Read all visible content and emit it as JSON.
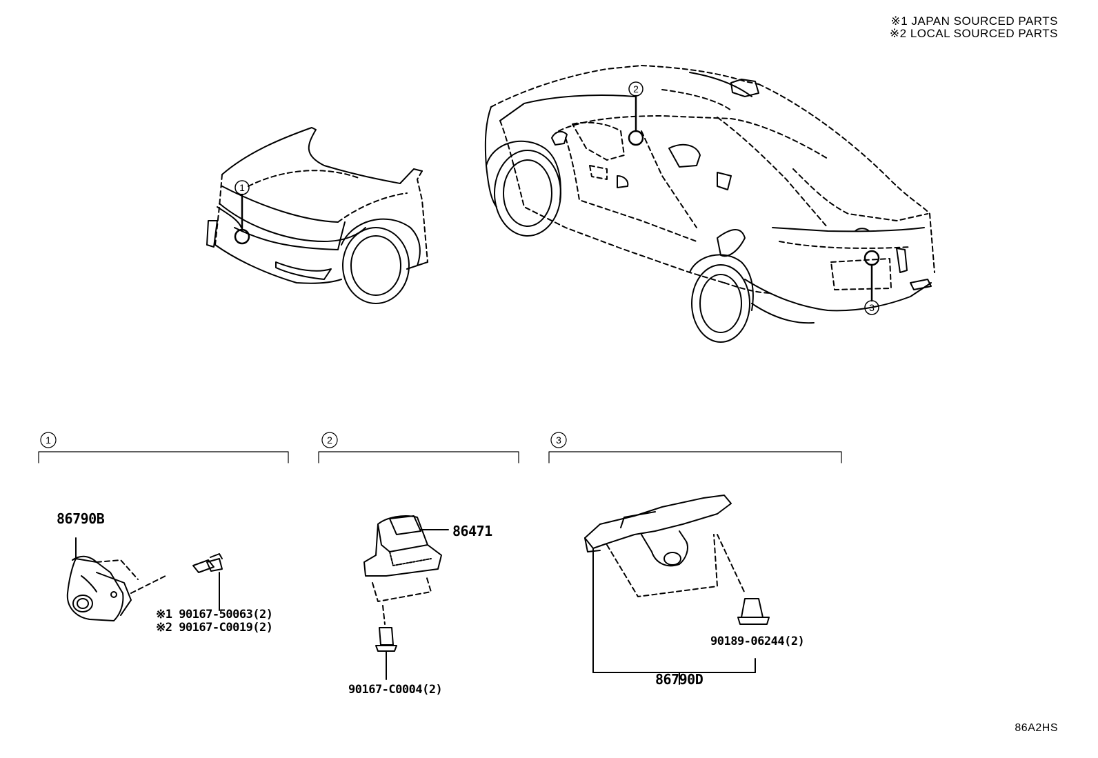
{
  "notes": {
    "japan": "※1 JAPAN SOURCED PARTS",
    "local": "※2 LOCAL SOURCED PARTS"
  },
  "callouts": [
    "1",
    "2",
    "3"
  ],
  "groups": {
    "g1": {
      "number": "1"
    },
    "g2": {
      "number": "2"
    },
    "g3": {
      "number": "3"
    }
  },
  "parts": {
    "front_camera": "86790B",
    "front_bolt_japan": "※1 90167-50063(2)",
    "front_bolt_local": "※2 90167-C0019(2)",
    "inner_camera": "86471",
    "inner_screw": "90167-C0004(2)",
    "rear_camera": "86790D",
    "rear_nut": "90189-06244(2)"
  },
  "diagram_code": "86A2HS"
}
